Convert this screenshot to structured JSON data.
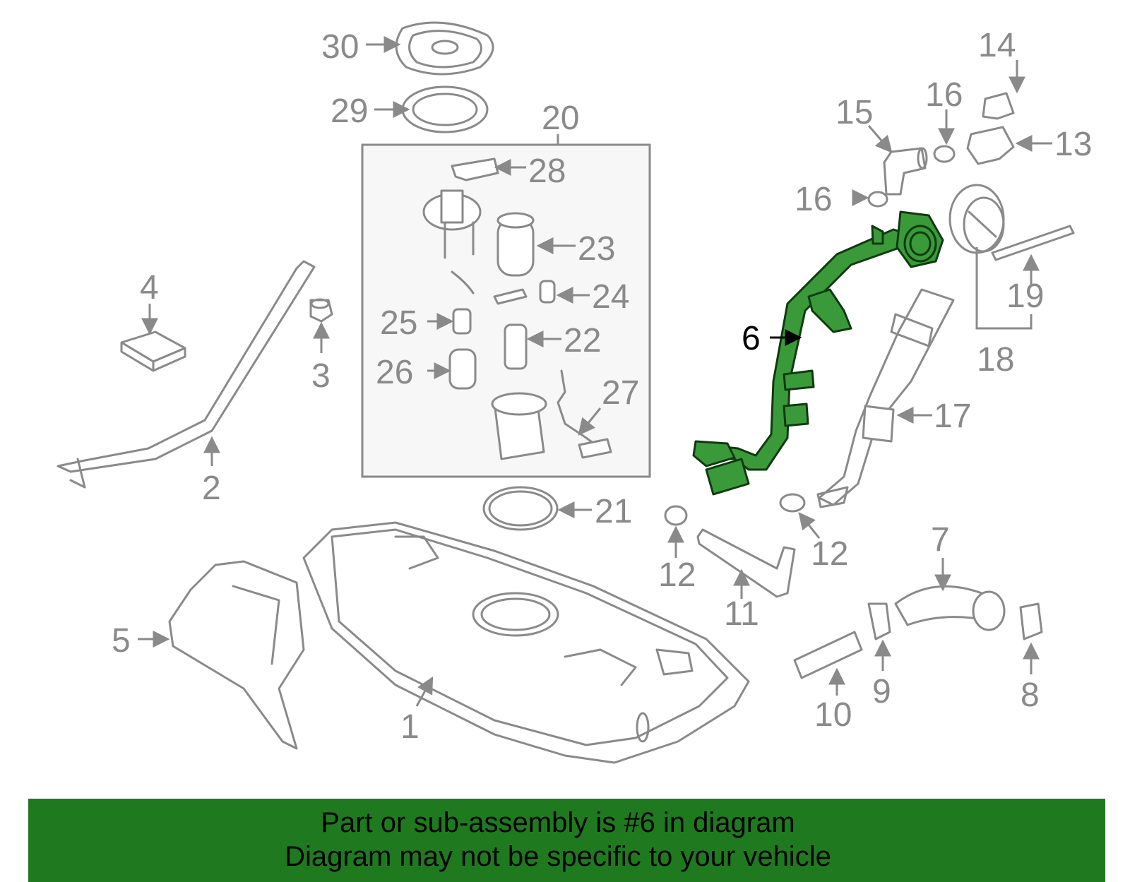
{
  "labels": {
    "l1": "1",
    "l2": "2",
    "l3": "3",
    "l4": "4",
    "l5": "5",
    "l6": "6",
    "l7": "7",
    "l8": "8",
    "l9": "9",
    "l10": "10",
    "l11": "11",
    "l12a": "12",
    "l12b": "12",
    "l13": "13",
    "l14": "14",
    "l15": "15",
    "l16a": "16",
    "l16b": "16",
    "l17": "17",
    "l18": "18",
    "l19": "19",
    "l20": "20",
    "l21": "21",
    "l22": "22",
    "l23": "23",
    "l24": "24",
    "l25": "25",
    "l26": "26",
    "l27": "27",
    "l28": "28",
    "l29": "29",
    "l30": "30"
  },
  "highlighted_part": "6",
  "colors": {
    "banner_bg": "#1f7a1f",
    "highlight_fill": "#3a9a3a",
    "part_stroke": "#8a8a8a",
    "label_gray": "#8a8a8a"
  },
  "banner": {
    "line1": "Part or sub-assembly is #6 in diagram",
    "line2": "Diagram may not be specific to your vehicle"
  }
}
